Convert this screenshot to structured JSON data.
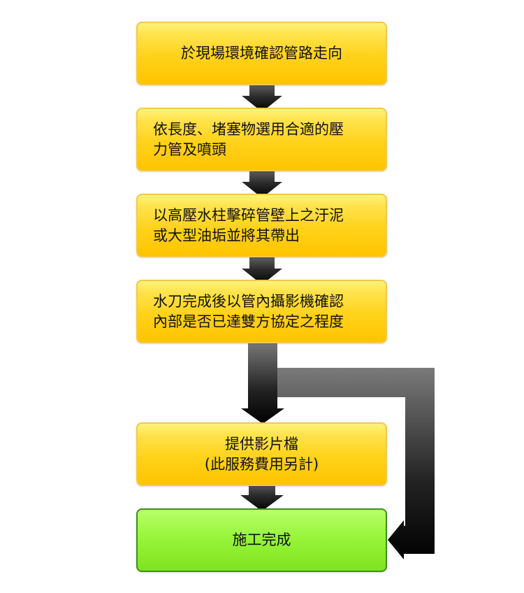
{
  "steps": [
    {
      "label": "於現場環境確認管路走向"
    },
    {
      "label": "依長度、堵塞物選用合適的壓\n力管及噴頭"
    },
    {
      "label": "以高壓水柱擊碎管壁上之汙泥\n或大型油垢並將其帶出"
    },
    {
      "label": "水刀完成後以管內攝影機確認\n內部是否已達雙方協定之程度"
    },
    {
      "label": "提供影片檔\n(此服務費用另計)"
    },
    {
      "label": "施工完成"
    }
  ],
  "colors": {
    "step_fill": "#ffd21a",
    "step_border": "#f2c94c",
    "final_fill": "#98f53a",
    "final_border": "#3e8f1e",
    "arrow": "#111111"
  }
}
